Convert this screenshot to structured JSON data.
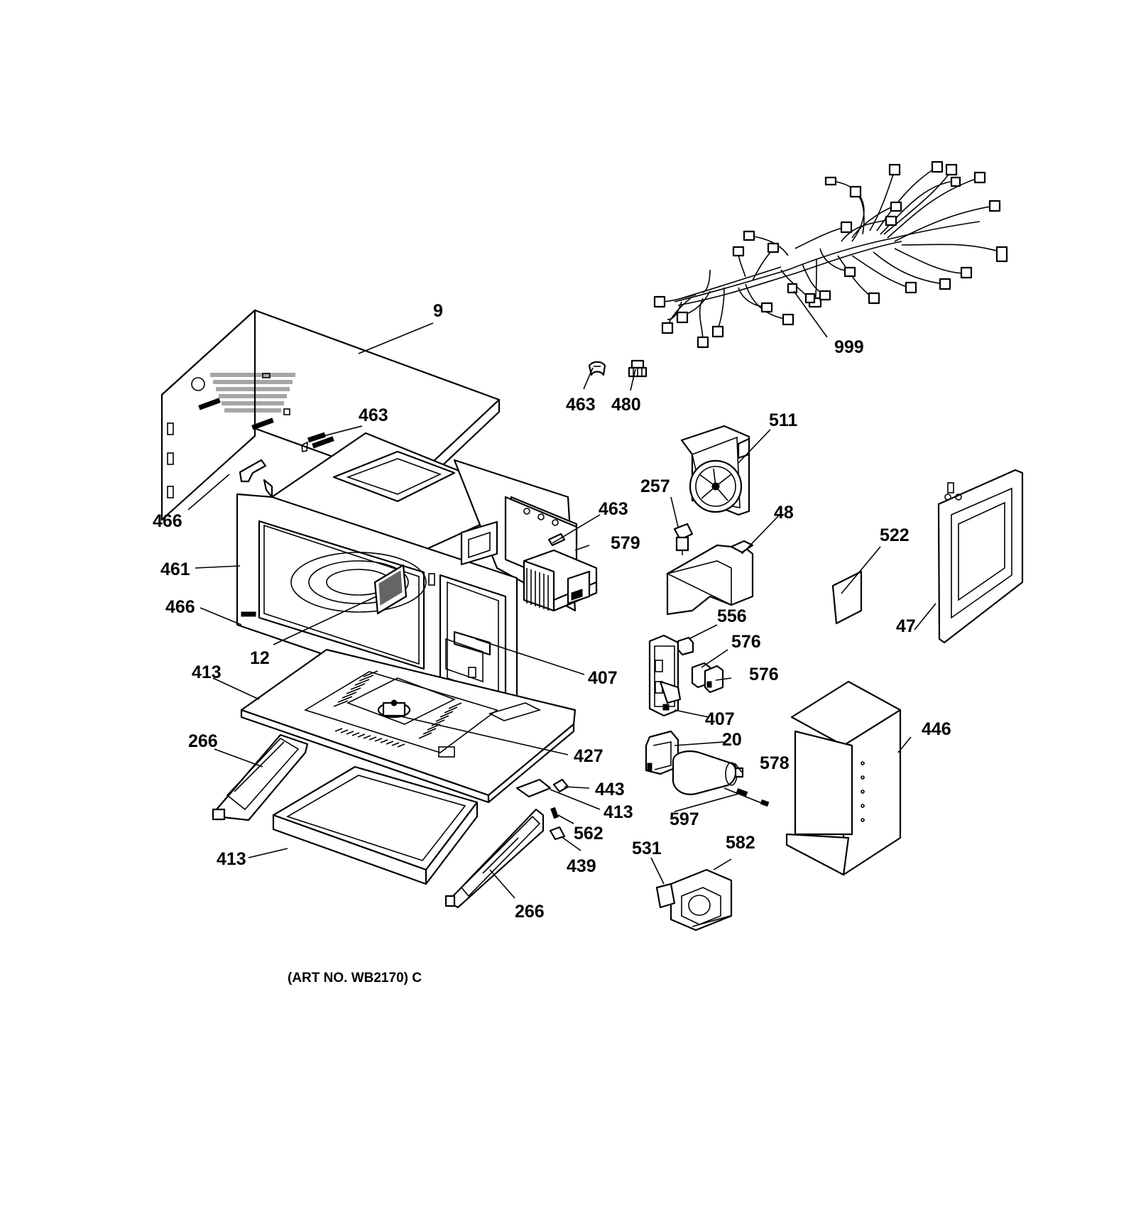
{
  "diagram": {
    "callouts": {
      "c999": "999",
      "c9": "9",
      "c463a": "463",
      "c480": "480",
      "c463b": "463",
      "c511": "511",
      "c466a": "466",
      "c257": "257",
      "c463c": "463",
      "c48": "48",
      "c522": "522",
      "c461": "461",
      "c579": "579",
      "c466b": "466",
      "c556": "556",
      "c47": "47",
      "c12": "12",
      "c576a": "576",
      "c413a": "413",
      "c407a": "407",
      "c576b": "576",
      "c407b": "407",
      "c266a": "266",
      "c20": "20",
      "c446": "446",
      "c427": "427",
      "c578": "578",
      "c443": "443",
      "c413b": "413",
      "c597": "597",
      "c562": "562",
      "c413c": "413",
      "c531": "531",
      "c582": "582",
      "c439": "439",
      "c266b": "266"
    },
    "art_number": "(ART NO. WB2170) C"
  }
}
